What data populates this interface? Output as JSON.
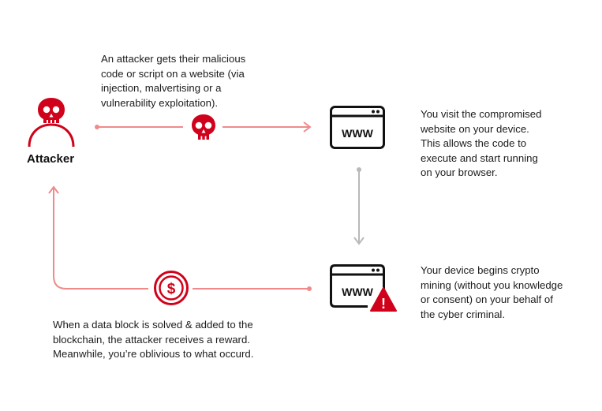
{
  "attacker": {
    "label": "Attacker",
    "icon": "attacker-skull-person-icon"
  },
  "steps": [
    {
      "id": "inject",
      "text": "An attacker gets their malicious\ncode or script on a website (via\ninjection, malvertising or a\nvulnerability exploitation).",
      "icon": "skull-icon"
    },
    {
      "id": "visit",
      "text": "You visit the compromised\nwebsite on your device.\nThis allows the code to\nexecute and start running\non your browser.",
      "icon": "www-browser-icon"
    },
    {
      "id": "mine",
      "text": "Your device begins crypto\nmining (without you knowledge\nor consent) on your behalf of\nthe cyber criminal.",
      "icon": "www-browser-warning-icon"
    },
    {
      "id": "reward",
      "text": "When a data block is solved & added to the\nblockchain, the attacker receives a reward.\nMeanwhile, you’re oblivious to what occurd.",
      "icon": "dollar-coin-icon"
    }
  ],
  "icons": {
    "www_text": "WWW",
    "dollar_text": "$",
    "warning_text": "!"
  },
  "colors": {
    "red": "#d0021b",
    "pink_arrow": "#f08a8a",
    "gray_arrow": "#b9b9b9",
    "black": "#111111"
  }
}
